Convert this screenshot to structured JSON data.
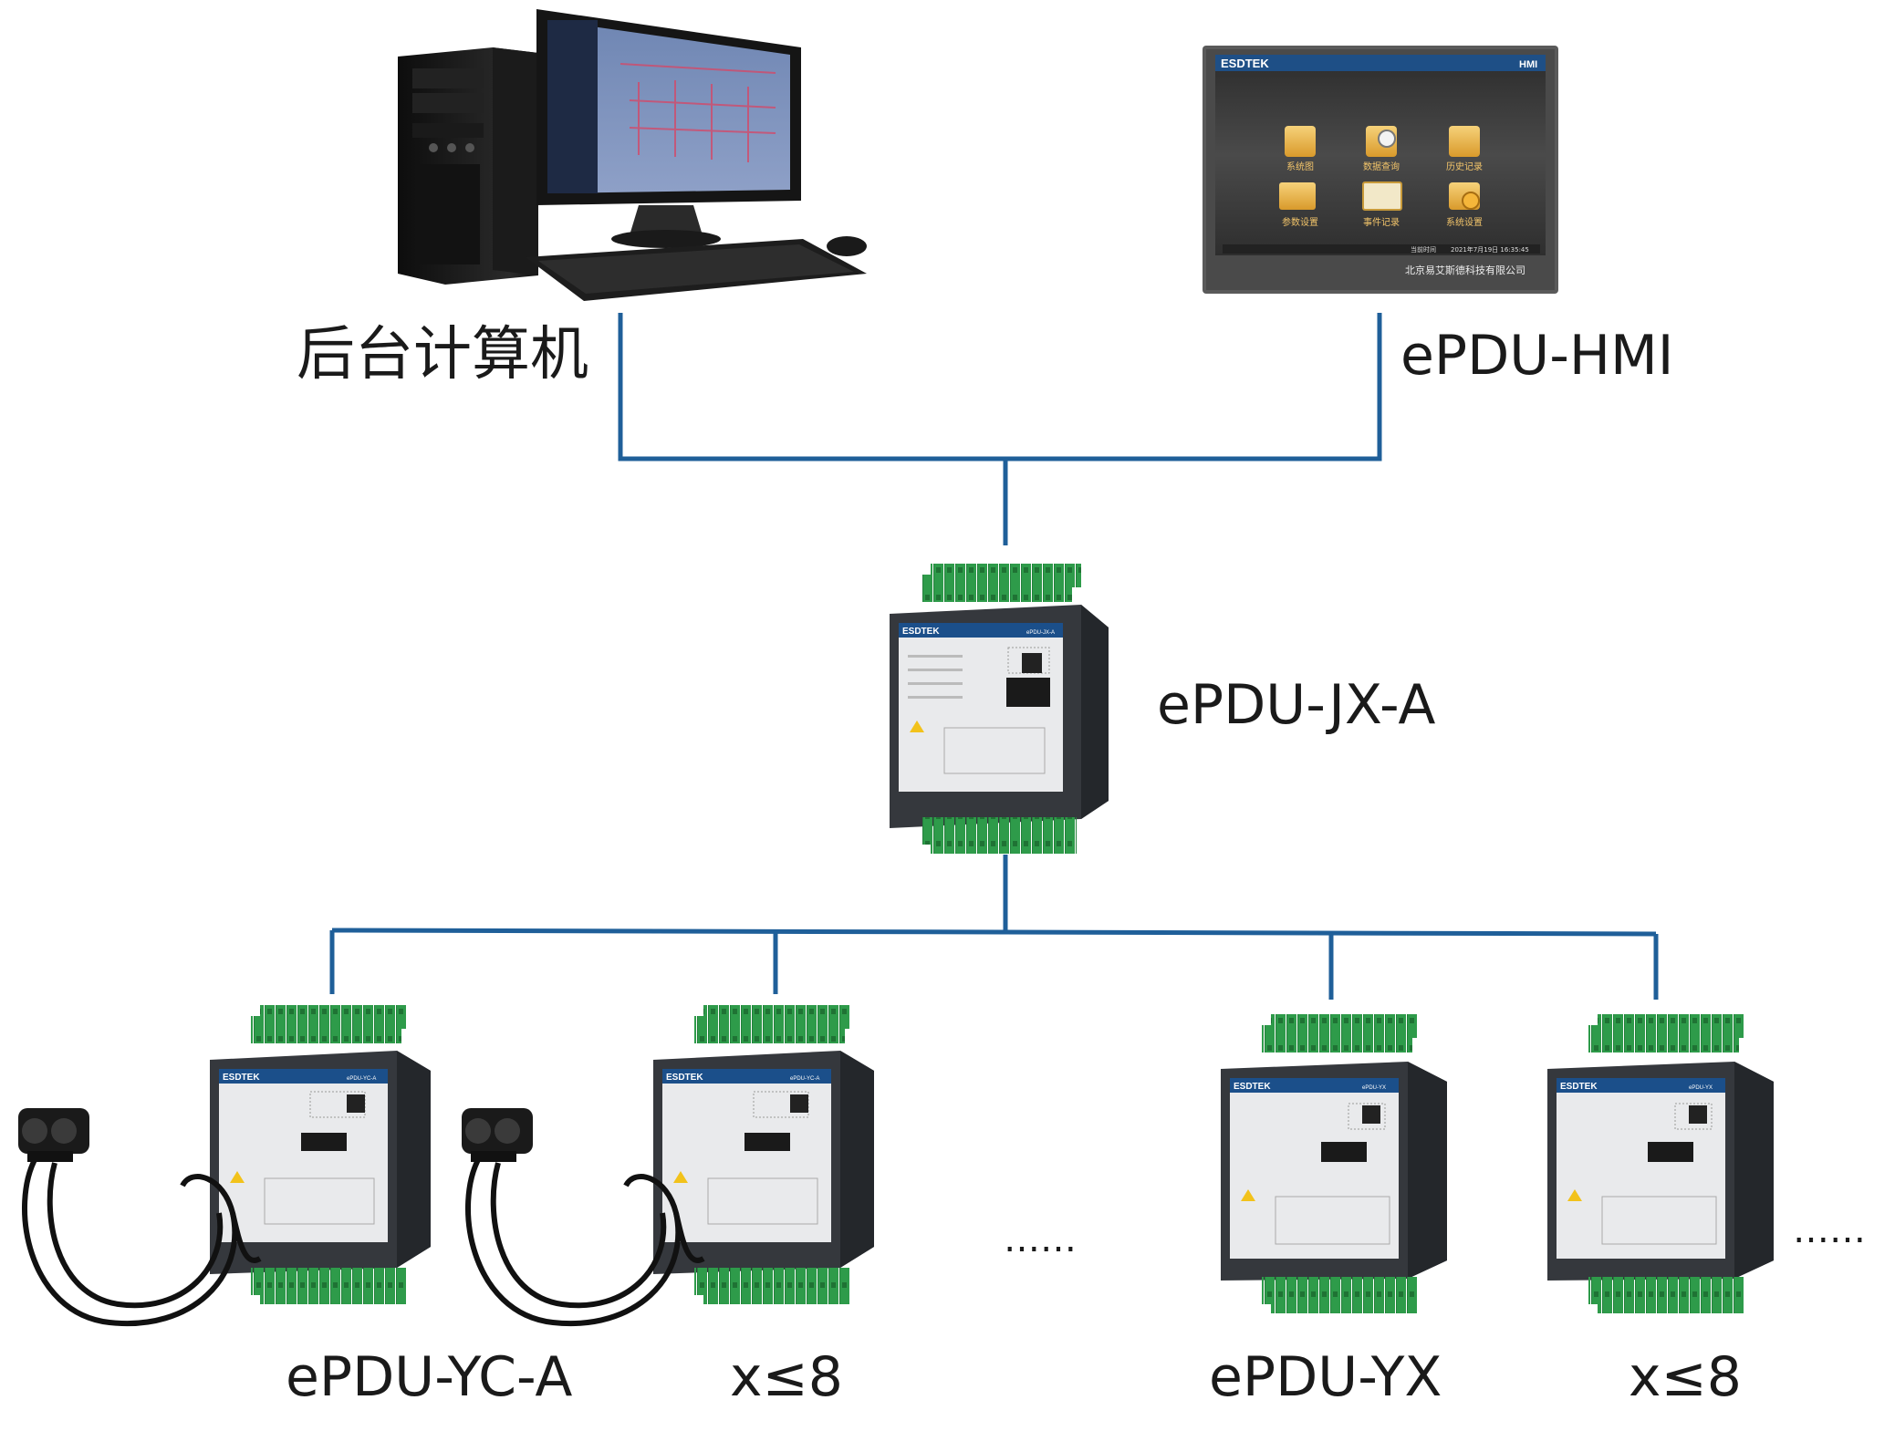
{
  "labels": {
    "backend_computer": "后台计算机",
    "hmi": "ePDU-HMI",
    "jx": "ePDU-JX-A",
    "yc": "ePDU-YC-A",
    "yc_count": "x≤8",
    "yx": "ePDU-YX",
    "yx_count": "x≤8",
    "ellipsis_1": "……",
    "ellipsis_2": "……"
  },
  "hmi_screen": {
    "brand": "ESDTEK",
    "title": "HMI",
    "status_left": "当前时间",
    "status_right": "2021年7月19日 16:35:45",
    "footer": "北京易艾斯德科技有限公司",
    "icons": [
      "系统图",
      "数据查询",
      "历史记录",
      "参数设置",
      "事件记录",
      "系统设置"
    ]
  },
  "module_faces": {
    "brand": "ESDTEK",
    "jx_model": "ePDU-JX-A",
    "yc_model": "ePDU-YC-A",
    "yx_model": "ePDU-YX"
  },
  "colors": {
    "line": "#1f5f99",
    "terminal": "#2e9b4a",
    "module_body": "#3a3d42",
    "module_panel": "#e9eaec",
    "brand_bar": "#1b4f8a",
    "hmi_bezel": "#4a4a4a",
    "hmi_screen": "#3c3c3c"
  }
}
